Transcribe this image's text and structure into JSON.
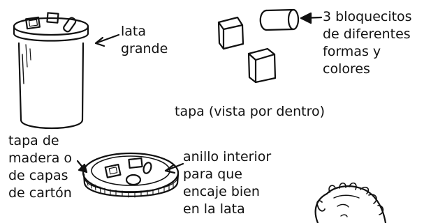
{
  "labels": {
    "can": [
      "lata",
      "grande"
    ],
    "blocks": [
      "3 bloquecitos",
      "de diferentes",
      "formas y",
      "colores"
    ],
    "lid_inside": "tapa (vista por dentro)",
    "wood_lid": [
      "tapa de",
      "madera o",
      "de capas",
      "de cartón"
    ],
    "inner_ring": [
      "anillo interior",
      "para que",
      "encaje bien",
      "en la lata"
    ]
  },
  "colors": {
    "ink": "#111111",
    "paper": "#ffffff"
  }
}
